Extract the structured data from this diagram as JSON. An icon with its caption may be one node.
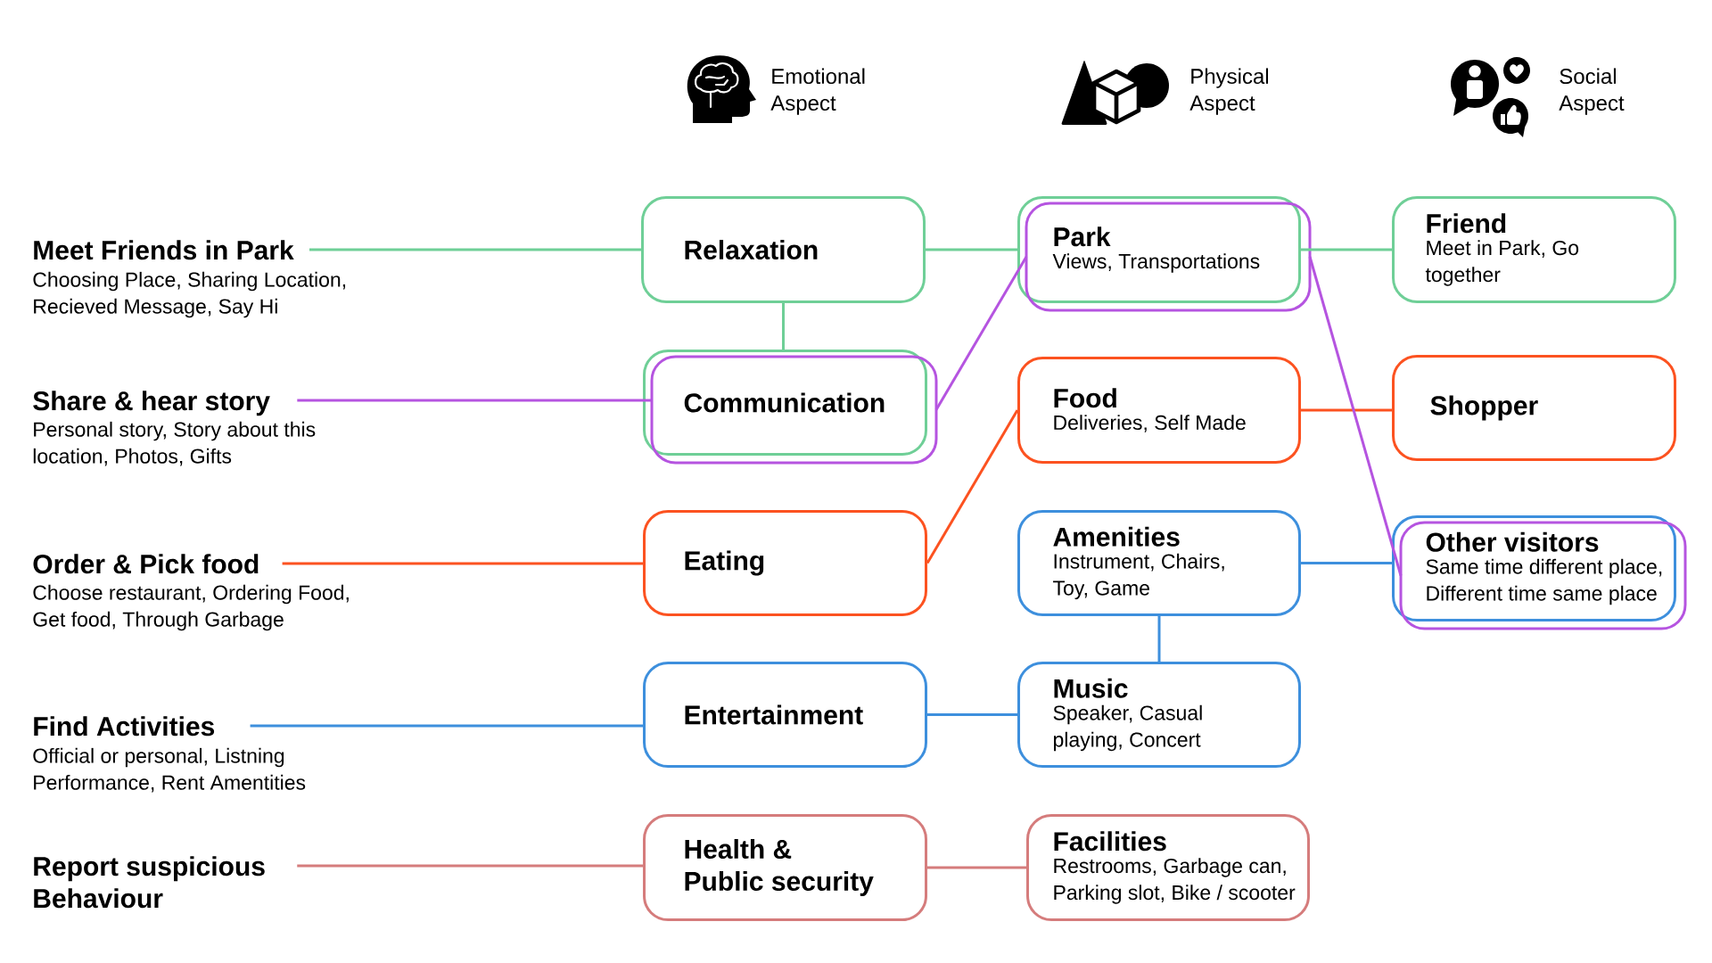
{
  "diagram": {
    "nodes": [
      {
        "text": [
          "Meet Friends in Park",
          "Choosing Place, Sharing Location, Recieved Message, Say Hi"
        ]
      },
      {
        "text": [
          "Relaxation"
        ]
      },
      {
        "text": [
          "Park",
          "Views, Transportations"
        ]
      },
      {
        "text": [
          "Friend",
          "Meet in Park, Go together"
        ]
      },
      {
        "text": [
          "Share & hear story",
          "Personal story, Story about this location, Photos, Gifts"
        ]
      },
      {
        "text": [
          "Communication"
        ]
      },
      {
        "text": [
          "Food",
          "Deliveries, Self Made"
        ]
      },
      {
        "text": [
          "Shopper"
        ]
      },
      {
        "text": [
          "Order & Pick food",
          "Choose restaurant, Ordering Food, Get food, Through Garbage"
        ]
      },
      {
        "text": [
          "Eating"
        ]
      },
      {
        "text": [
          "Amenities",
          "Instrument, Chairs, Toy, Game"
        ]
      },
      {
        "text": [
          "Other visitors",
          "Same time different place, Different time same place"
        ]
      },
      {
        "text": [
          "Find Activities",
          "Official or personal, Listning Performance, Rent Amentities"
        ]
      },
      {
        "text": [
          "Entertainment"
        ]
      },
      {
        "text": [
          "Music",
          "Speaker, Casual playing, Concert"
        ]
      },
      {
        "text": [
          "Report suspicious Behaviour"
        ]
      },
      {
        "text": [
          "Health & Public security"
        ]
      },
      {
        "text": [
          "Facilities",
          "Restrooms, Garbage can, Parking slot, Bike / scooter"
        ]
      }
    ],
    "edges": [
      {
        "from": 0,
        "to": 1,
        "arrow": "none",
        "color": "#6fcf97"
      },
      {
        "from": 1,
        "to": 5,
        "arrow": "none",
        "color": "#6fcf97"
      },
      {
        "from": 1,
        "to": 2,
        "arrow": "none",
        "color": "#6fcf97"
      },
      {
        "from": 2,
        "to": 3,
        "arrow": "none",
        "color": "#6fcf97"
      },
      {
        "from": 8,
        "to": 9,
        "arrow": "none",
        "color": "#fc5220"
      },
      {
        "from": 9,
        "to": 6,
        "arrow": "none",
        "color": "#fc5220"
      },
      {
        "from": 6,
        "to": 7,
        "arrow": "none",
        "color": "#fc5220"
      },
      {
        "from": 12,
        "to": 13,
        "arrow": "none",
        "color": "#3d8fdd"
      },
      {
        "from": 13,
        "to": 14,
        "arrow": "none",
        "color": "#3d8fdd"
      },
      {
        "from": 10,
        "to": 14,
        "arrow": "none",
        "color": "#3d8fdd"
      },
      {
        "from": 10,
        "to": 11,
        "arrow": "none",
        "color": "#3d8fdd"
      },
      {
        "from": 15,
        "to": 16,
        "arrow": "none",
        "color": "#d57c7c"
      },
      {
        "from": 16,
        "to": 17,
        "arrow": "none",
        "color": "#d57c7c"
      },
      {
        "from": 4,
        "to": 5,
        "arrow": "none",
        "color": "#b554e0"
      },
      {
        "from": 5,
        "to": 2,
        "arrow": "none",
        "color": "#b554e0"
      },
      {
        "from": 2,
        "to": 11,
        "arrow": "none",
        "color": "#b554e0"
      }
    ],
    "labels": [
      "Emotional Aspect",
      "Physical Aspect",
      "Social Aspect"
    ]
  }
}
